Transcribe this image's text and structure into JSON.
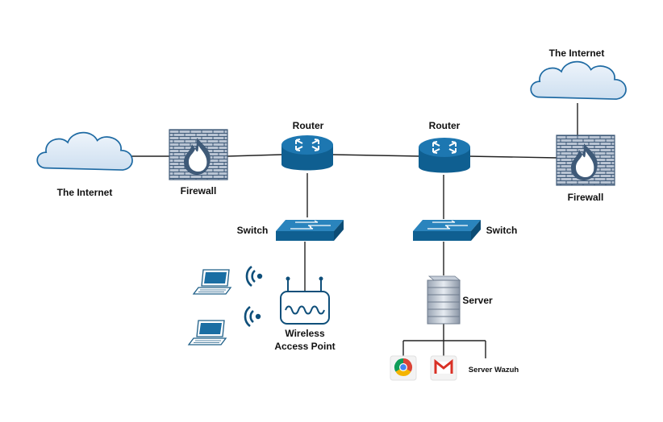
{
  "labels": {
    "internet_left": "The Internet",
    "internet_right": "The Internet",
    "firewall_left": "Firewall",
    "firewall_right": "Firewall",
    "router_left": "Router",
    "router_right": "Router",
    "switch_left": "Switch",
    "switch_right": "Switch",
    "wap_line1": "Wireless",
    "wap_line2": "Access Point",
    "server": "Server",
    "server_wazuh": "Server Wazuh"
  },
  "colors": {
    "device_blue": "#1a6ea3",
    "device_dark": "#0f4f7a",
    "cloud_fill": "#dce9f5",
    "cloud_stroke": "#1e6aa3",
    "brick_fill": "#b9c4d3",
    "brick_mortar": "#3f5a78",
    "flame": "#ffffff",
    "chrome_red": "#db4437",
    "chrome_yellow": "#f4b400",
    "chrome_green": "#0f9d58",
    "chrome_blue": "#4285f4",
    "gmail_red": "#d93025"
  },
  "icons": [
    "cloud-icon",
    "firewall-icon",
    "router-icon",
    "switch-icon",
    "laptop-icon",
    "wifi-icon",
    "access-point-icon",
    "server-icon",
    "chrome-icon",
    "gmail-icon"
  ]
}
